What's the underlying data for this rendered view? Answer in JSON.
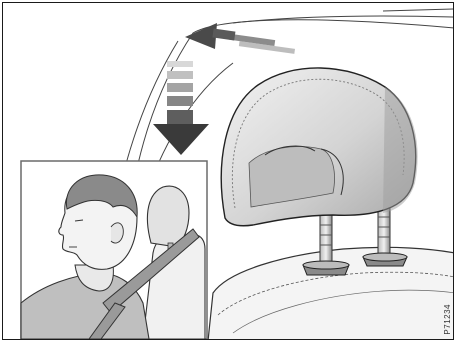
{
  "figure": {
    "reference_code": "P71234",
    "colors": {
      "line": "#222222",
      "headrest_light": "#e6e6e6",
      "headrest_mid": "#c4c4c4",
      "headrest_shadow": "#9a9a9a",
      "arrow_dark": "#4a4a4a",
      "inset_border": "#6a6a6a"
    },
    "elements": [
      "headrest",
      "headrest-posts",
      "seat-back",
      "adjust-up-down-arrow",
      "inset-driver-illustration"
    ]
  }
}
